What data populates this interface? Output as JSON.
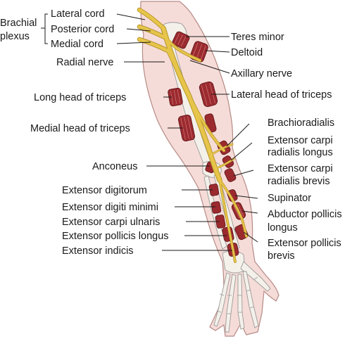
{
  "group_label": {
    "line1": "Brachial",
    "line2": "plexus"
  },
  "labels": {
    "lateral_cord": "Lateral cord",
    "posterior_cord": "Posterior cord",
    "medial_cord": "Medial cord",
    "radial_nerve": "Radial nerve",
    "long_head_triceps": "Long head of triceps",
    "medial_head_triceps": "Medial head of triceps",
    "anconeus": "Anconeus",
    "extensor_digitorum": "Extensor digitorum",
    "extensor_digiti_minimi": "Extensor digiti minimi",
    "extensor_carpi_ulnaris": "Extensor carpi ulnaris",
    "extensor_pollicis_longus": "Extensor pollicis longus",
    "extensor_indicis": "Extensor indicis",
    "teres_minor": "Teres minor",
    "deltoid": "Deltoid",
    "axillary_nerve": "Axillary nerve",
    "lateral_head_triceps": "Lateral head of triceps",
    "brachioradialis": "Brachioradialis",
    "ecrl_1": "Extensor carpi",
    "ecrl_2": "radialis longus",
    "ecrb_1": "Extensor carpi",
    "ecrb_2": "radialis brevis",
    "supinator": "Supinator",
    "apl_1": "Abductor pollicis",
    "apl_2": "longus",
    "epb_1": "Extensor pollicis",
    "epb_2": "brevis"
  },
  "colors": {
    "skin": "#f6dcd8",
    "skin_outline": "#b58a86",
    "muscle": "#9b2a2f",
    "nerve": "#e6c54a",
    "bone": "#f4f1ea"
  }
}
